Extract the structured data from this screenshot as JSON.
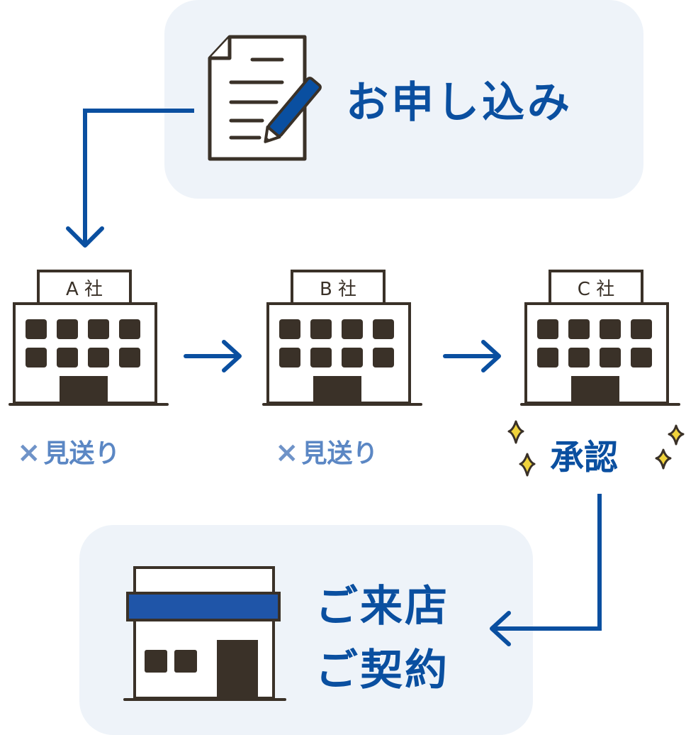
{
  "application": {
    "title": "お申し込み"
  },
  "companies": [
    {
      "name": "A 社",
      "status": "見送り",
      "status_mark": "×"
    },
    {
      "name": "B 社",
      "status": "見送り",
      "status_mark": "×"
    },
    {
      "name": "C 社",
      "status": "承認"
    }
  ],
  "store": {
    "line1": "ご来店",
    "line2": "ご契約"
  },
  "icons": [
    "document-pen-icon",
    "office-building-icon",
    "storefront-icon",
    "sparkle-icon",
    "arrow-icon"
  ],
  "colors": {
    "accent": "#0a4fa0",
    "panel": "#eef3f9",
    "rejected": "#6f93c8",
    "sparkle": "#f0d33c",
    "outline": "#3a3128"
  }
}
